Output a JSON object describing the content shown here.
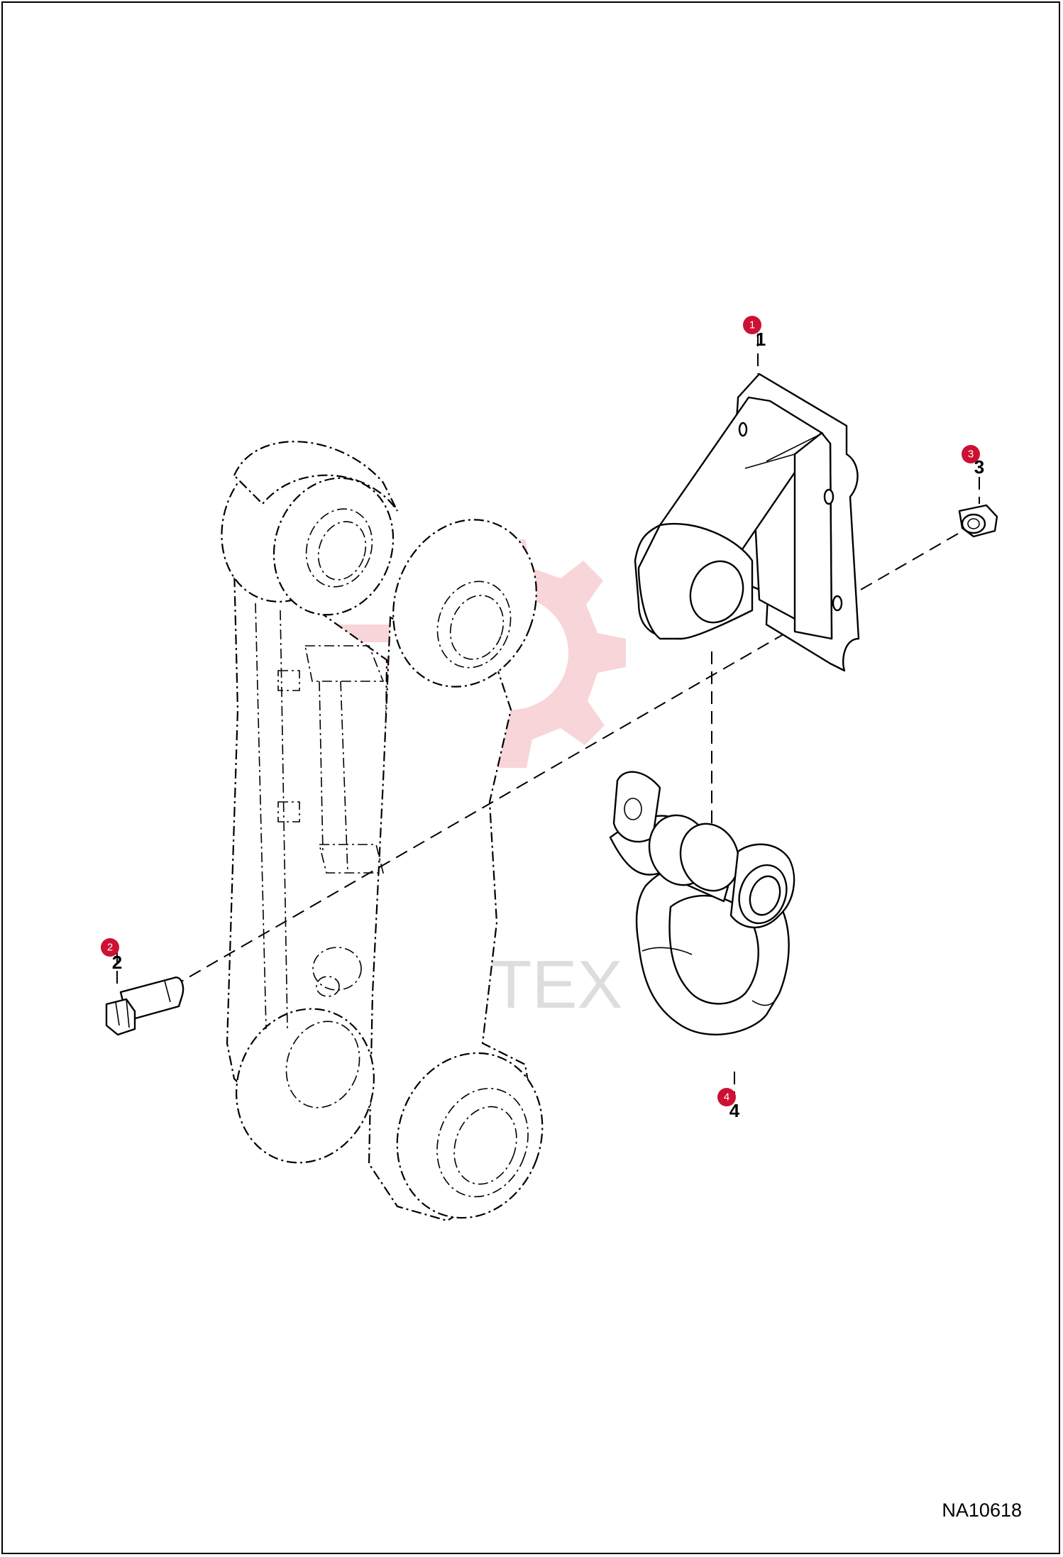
{
  "diagram_id": "NA10618",
  "watermark": "ИНТЕХ",
  "callouts": [
    {
      "id": "1",
      "label": "1"
    },
    {
      "id": "2",
      "label": "2"
    },
    {
      "id": "3",
      "label": "3"
    },
    {
      "id": "4",
      "label": "4"
    }
  ],
  "colors": {
    "callout": "#cc1133",
    "watermark": "#f2b3b8"
  },
  "icons": {
    "watermark": "gear-logo"
  }
}
